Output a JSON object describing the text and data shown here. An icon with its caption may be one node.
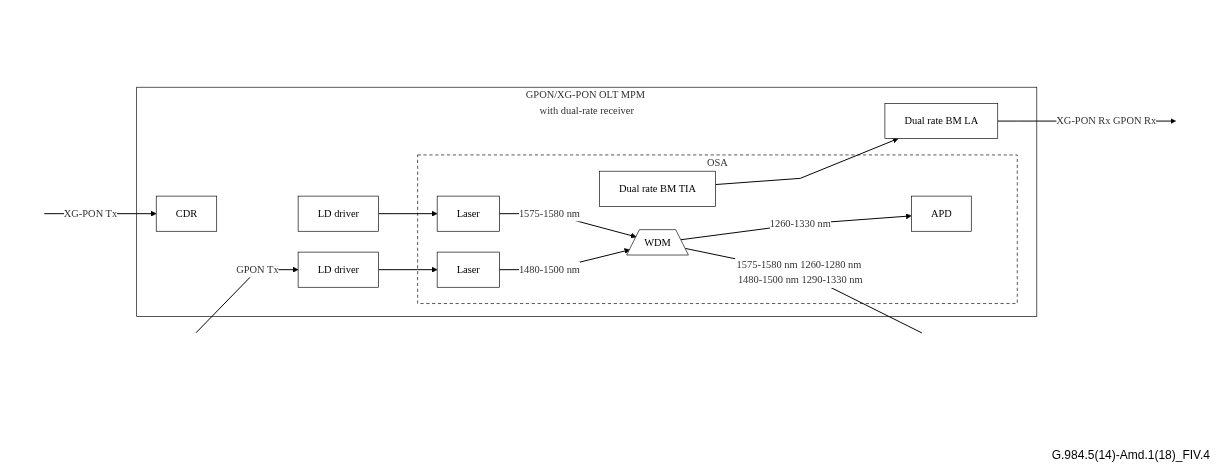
{
  "diagram": {
    "nodes": [
      {
        "text": [
          "GPON/XG-PON OLT MPM with dual-rate receiver"
        ]
      },
      {
        "text": [
          "CDR"
        ],
        "in": 0
      },
      {
        "text": [
          "LD driver"
        ],
        "in": 0
      },
      {
        "text": [
          "LD driver"
        ],
        "in": 0
      },
      {
        "text": [
          "Dual rate BM LA"
        ],
        "in": 0
      },
      {
        "text": [
          "OSA"
        ],
        "in": 0
      },
      {
        "text": [
          "Laser"
        ],
        "in": 5
      },
      {
        "text": [
          "Laser"
        ],
        "in": 5
      },
      {
        "text": [
          "Dual rate BM TIA"
        ],
        "in": 5
      },
      {
        "text": [
          "APD"
        ],
        "in": 5
      },
      {
        "text": [
          "WDM"
        ],
        "in": 5
      }
    ],
    "edges": [
      {
        "from": null,
        "to": 1,
        "arrow": "to",
        "label": "XG-PON Tx"
      },
      {
        "from": null,
        "to": 3,
        "arrow": "to",
        "label": "GPON Tx"
      },
      {
        "from": 2,
        "to": 6,
        "arrow": "to"
      },
      {
        "from": 3,
        "to": 7,
        "arrow": "to"
      },
      {
        "from": 6,
        "to": 10,
        "arrow": "to",
        "label": "1575-1580 nm"
      },
      {
        "from": 7,
        "to": 10,
        "arrow": "to",
        "label": "1480-1500 nm"
      },
      {
        "from": 10,
        "to": 9,
        "arrow": "to",
        "label": "1260-1330 nm"
      },
      {
        "from": 8,
        "to": 4,
        "arrow": "to"
      },
      {
        "from": 4,
        "to": null,
        "arrow": "to",
        "label": "XG-PON Rx GPON Rx"
      },
      {
        "from": 10,
        "to": null,
        "arrow": "none",
        "label": "1575-1580 nm 1260-1280 nm 1480-1500 nm 1290-1330 nm"
      }
    ],
    "labels": [
      "G.984.5(14)-Amd.1(18)_FIV.4"
    ]
  }
}
